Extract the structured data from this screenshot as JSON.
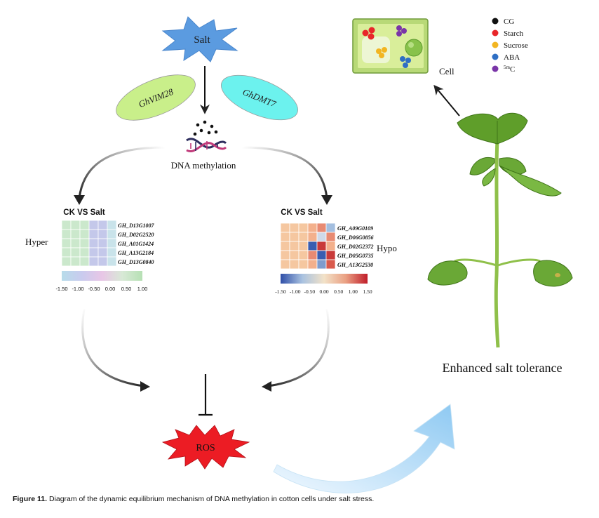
{
  "salt_label": "Salt",
  "enzymes": [
    {
      "label": "GhVIM28",
      "color": "#c9ef8a"
    },
    {
      "label": "GhDMT7",
      "color": "#6cf2ee"
    }
  ],
  "methylation_label": "DNA methylation",
  "left_panel": {
    "side_label": "Hyper",
    "title": "CK VS Salt",
    "genes": [
      "GH_D13G1007",
      "GH_D02G2520",
      "GH_A01G1424",
      "GH_A13G2184",
      "GH_D13G0840"
    ],
    "scale_ticks": [
      "-1.50",
      "-1.00",
      "-0.50",
      "0.00",
      "0.50",
      "1.00"
    ]
  },
  "right_panel": {
    "side_label": "Hypo",
    "title": "CK VS Salt",
    "genes": [
      "GH_A09G0109",
      "GH_D06G0856",
      "GH_D02G2372",
      "GH_D05G0735",
      "GH_A13G2530"
    ],
    "scale_ticks": [
      "-1.50",
      "-1.00",
      "-0.50",
      "0.00",
      "0.50",
      "1.00",
      "1.50"
    ]
  },
  "ros_label": "ROS",
  "cell_label": "Cell",
  "legend": [
    {
      "label": "CG",
      "color": "#111111"
    },
    {
      "label": "Starch",
      "color": "#e8262a"
    },
    {
      "label": "Sucrose",
      "color": "#f2b522"
    },
    {
      "label": "ABA",
      "color": "#2f6fc4"
    },
    {
      "label": "5mC",
      "color": "#7a35a8"
    }
  ],
  "outcome_label": "Enhanced salt tolerance",
  "caption": {
    "figure_label": "Figure 11.",
    "text": "Diagram of the dynamic equilibrium mechanism of DNA methylation in cotton cells under salt stress."
  }
}
